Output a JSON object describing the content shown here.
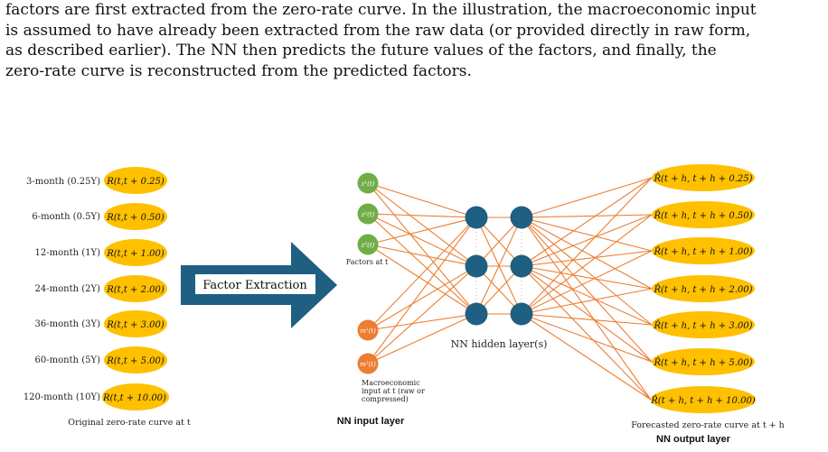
{
  "paragraph": {
    "lines": [
      "factors are first extracted from the zero-rate curve. In the illustration, the macroeconomic input",
      "is assumed to have already been extracted from the raw data (or provided directly in raw form,",
      "as described earlier). The NN then predicts the future values of the factors, and finally, the",
      "zero-rate curve is reconstructed from the predicted factors."
    ]
  },
  "left": {
    "maturities": [
      "3-month (0.25Y)",
      "6-month (0.5Y)",
      "12-month (1Y)",
      "24-month (2Y)",
      "36-month (3Y)",
      "60-month (5Y)",
      "120-month (10Y)"
    ],
    "rates": [
      "R(t,t + 0.25)",
      "R(t,t + 0.50)",
      "R(t,t + 1.00)",
      "R(t,t + 2.00)",
      "R(t,t + 3.00)",
      "R(t,t + 5.00)",
      "R(t,t + 10.00)"
    ],
    "caption": "Original zero-rate curve at t"
  },
  "arrow": {
    "label": "Factor Extraction"
  },
  "input_layer": {
    "factor_nodes": [
      "z¹(t)",
      "z²(t)",
      "z³(t)"
    ],
    "factors_caption": "Factors at t",
    "macro_nodes": [
      "m¹(t)",
      "m²(t)"
    ],
    "macro_caption_lines": [
      "Macroeconomic",
      "input at t (raw or",
      "compressed)"
    ],
    "title": "NN input layer"
  },
  "hidden": {
    "label": "NN hidden layer(s)"
  },
  "output_layer": {
    "rates": [
      "R̂(t + h, t + h + 0.25)",
      "R̂(t + h, t + h + 0.50)",
      "R̂(t + h, t + h + 1.00)",
      "R̂(t + h, t + h + 2.00)",
      "R̂(t + h, t + h + 3.00)",
      "R̂(t + h, t + h + 5.00)",
      "R̂(t + h, t + h + 10.00)"
    ],
    "caption": "Forecasted zero-rate curve at t + h",
    "title": "NN output layer"
  },
  "colors": {
    "oval": "#ffc000",
    "factor_node": "#70ad47",
    "macro_node": "#ed7d31",
    "hidden_node": "#1f5f82",
    "edge": "#ed7d31",
    "arrow": "#1f5f82"
  }
}
